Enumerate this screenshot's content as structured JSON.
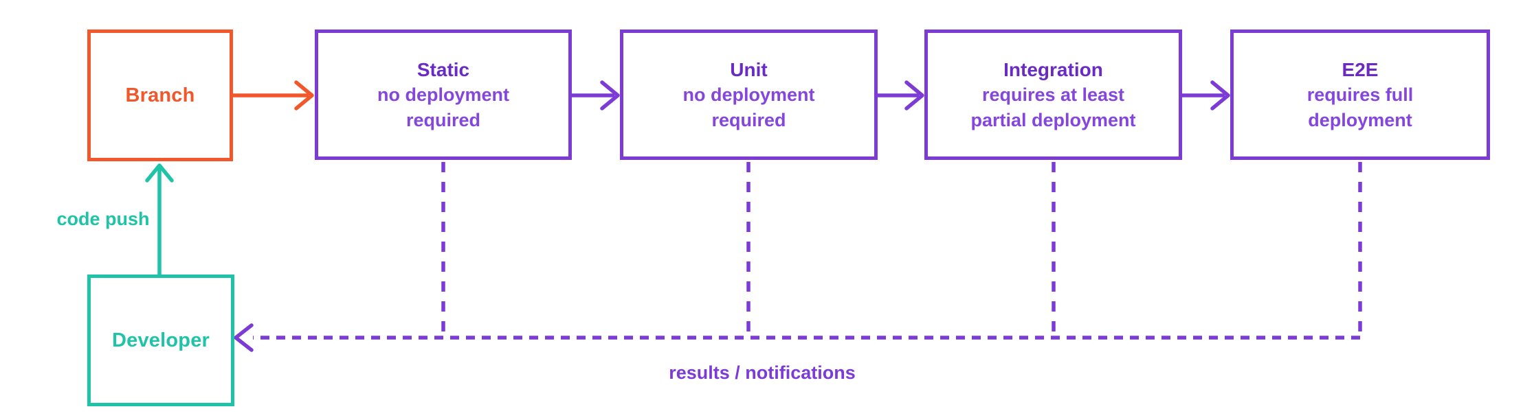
{
  "diagram": {
    "type": "flowchart",
    "actors": {
      "branch": {
        "label": "Branch"
      },
      "developer": {
        "label": "Developer"
      }
    },
    "stages": [
      {
        "title": "Static",
        "subtitle": "no deployment\nrequired"
      },
      {
        "title": "Unit",
        "subtitle": "no deployment\nrequired"
      },
      {
        "title": "Integration",
        "subtitle": "requires at least\npartial deployment"
      },
      {
        "title": "E2E",
        "subtitle": "requires full\ndeployment"
      }
    ],
    "edges": {
      "code_push_label": "code push",
      "results_label": "results / notifications"
    },
    "colors": {
      "orange": "#F1572B",
      "teal": "#1FC3A7",
      "purple": "#7D3BD5",
      "purple_title": "#6A2BC4",
      "purple_body": "#8546DB",
      "background": "#FFFFFF"
    }
  }
}
